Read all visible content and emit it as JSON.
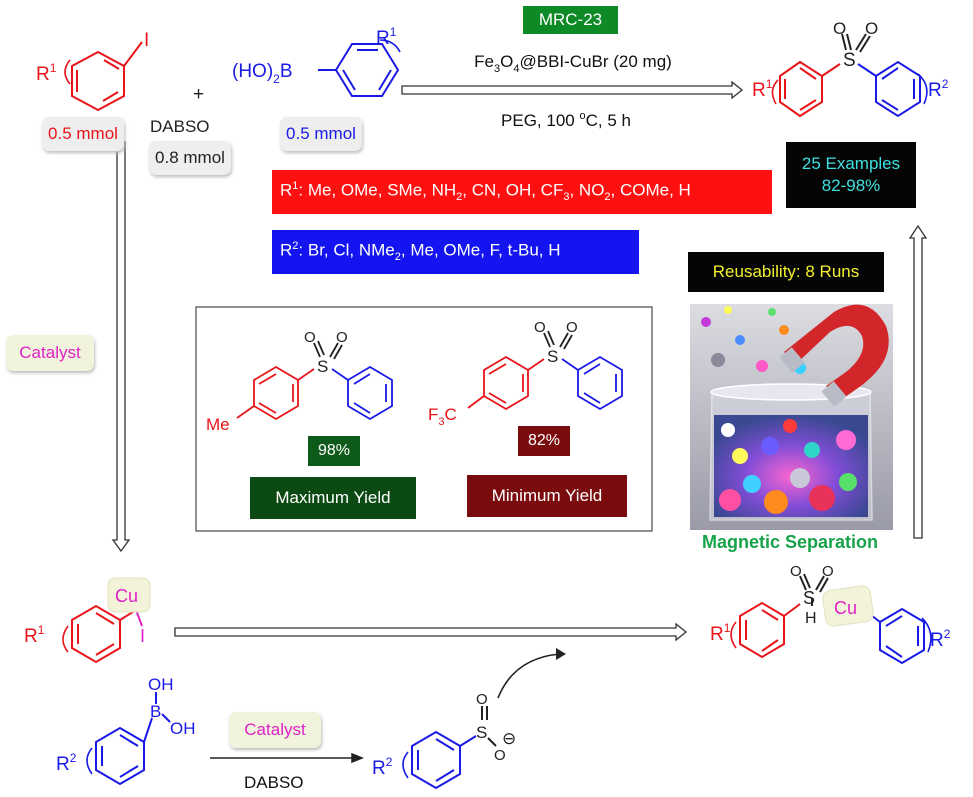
{
  "reactants": {
    "aryl_iodide": {
      "substituent": "R",
      "sup": "1",
      "atom": "I",
      "amount": "0.5 mmol"
    },
    "plus": "+",
    "boronic_acid": {
      "prefix": "(HO)",
      "sub": "2",
      "atom": "B",
      "substituent": "R",
      "sup": "1",
      "amount": "0.5 mmol"
    },
    "dabso": {
      "name": "DABSO",
      "amount": "0.8 mmol"
    }
  },
  "conditions": {
    "label": "MRC-23",
    "catalyst": {
      "a": "Fe",
      "a_sub": "3",
      "b": "O",
      "b_sub": "4",
      "rest": "@BBI-CuBr (20 mg)"
    },
    "solvent": {
      "a": "PEG, 100 ",
      "sup": "o",
      "b": "C, 5 h"
    }
  },
  "product": {
    "r1": "R",
    "r1_sup": "1",
    "r2": "R",
    "r2_sup": "2",
    "s": "S",
    "o": "O"
  },
  "results": {
    "line1": "25 Examples",
    "line2": "82-98%"
  },
  "r1_bar": {
    "lead": "R",
    "lead_sup": "1",
    "parts": [
      ": Me, OMe, SMe, NH",
      "2",
      ", CN, OH, CF",
      "3",
      ", NO",
      "2",
      ", COMe, H"
    ]
  },
  "r2_bar": {
    "lead": "R",
    "lead_sup": "2",
    "parts": [
      ": Br, Cl, NMe",
      "2",
      ", Me, OMe, F, t-Bu, H"
    ]
  },
  "reusability": "Reusability: 8 Runs",
  "magnetic_separation": "Magnetic Separation",
  "yields": {
    "max": {
      "substituent": "Me",
      "value": "98%",
      "label": "Maximum Yield"
    },
    "min": {
      "substituent_a": "F",
      "substituent_sub": "3",
      "substituent_b": "C",
      "value": "82%",
      "label": "Minimum Yield"
    }
  },
  "catalyst_left": "Catalyst",
  "catalyst_bottom": "Catalyst",
  "intermediates": {
    "cu_complex": {
      "cu": "Cu",
      "i": "I",
      "r": "R",
      "r_sup": "1"
    },
    "sulfinate": {
      "r": "R",
      "r_sup": "2",
      "s": "S",
      "o": "O",
      "charge": "⊖"
    },
    "cu_sulfonyl": {
      "cu": "Cu",
      "s": "S",
      "h": "H",
      "r1": "R",
      "r1_sup": "1",
      "r2": "R",
      "r2_sup": "2"
    },
    "boronic": {
      "oh": "OH",
      "b": "B",
      "r": "R",
      "r_sup": "2"
    },
    "dabso": "DABSO"
  },
  "colors": {
    "red": "#e8141a",
    "blue": "#1a1ae6",
    "green": "#0d6b1f",
    "dark_red": "#8a0f12",
    "magenta": "#e020c8"
  }
}
